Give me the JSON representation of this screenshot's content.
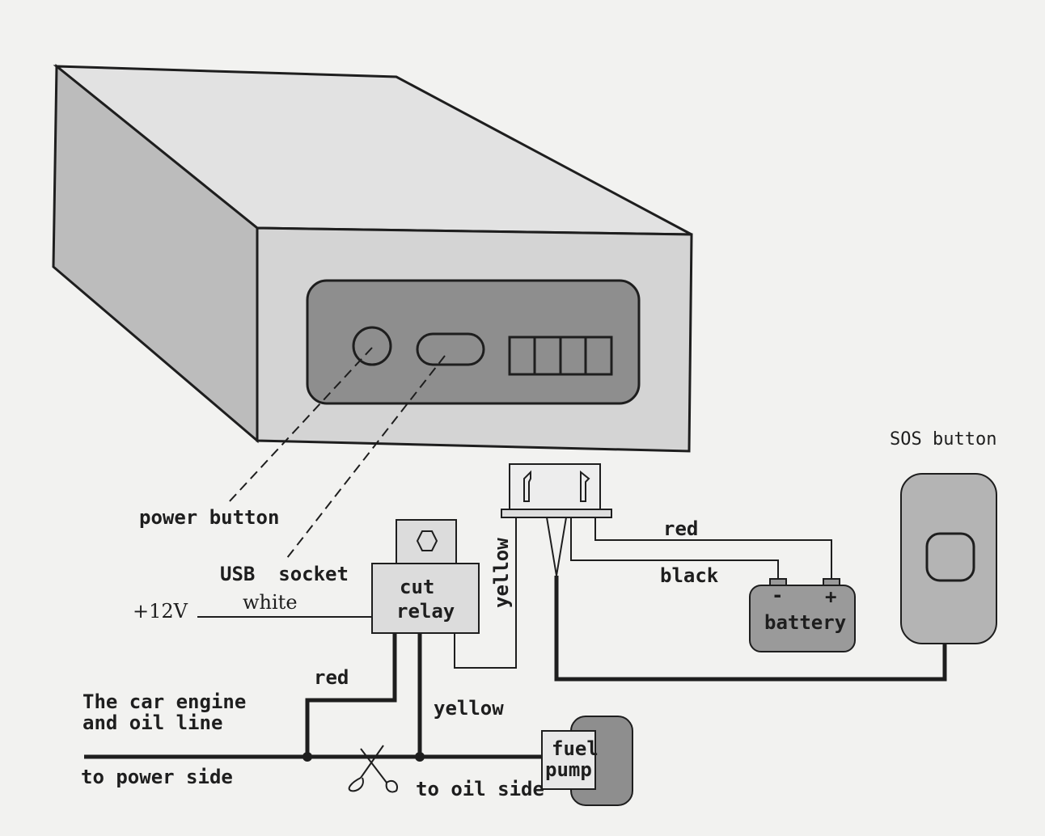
{
  "labels": {
    "power_button": "power button",
    "usb_socket": "USB  socket",
    "sos_button": "SOS button",
    "plus_12v": "+12V",
    "white": "white",
    "cut": "cut",
    "relay": "relay",
    "yellow_vertical": "yellow",
    "red_top": "red",
    "black": "black",
    "battery": "battery",
    "battery_minus": "-",
    "battery_plus": "+",
    "red_left": "red",
    "yellow_bottom": "yellow",
    "engine_line1": "The car engine",
    "engine_line2": "and oil line",
    "to_power_side": "to power side",
    "to_oil_side": "to oil side",
    "fuel": "fuel",
    "pump": "pump"
  },
  "colors": {
    "ink": "#1e1e1e",
    "box_top": "#e2e2e2",
    "box_side": "#bcbcbc",
    "box_front": "#d4d4d4",
    "panel": "#8e8e8e",
    "battery_fill": "#9a9a9a",
    "sos_fill": "#b4b4b4"
  }
}
